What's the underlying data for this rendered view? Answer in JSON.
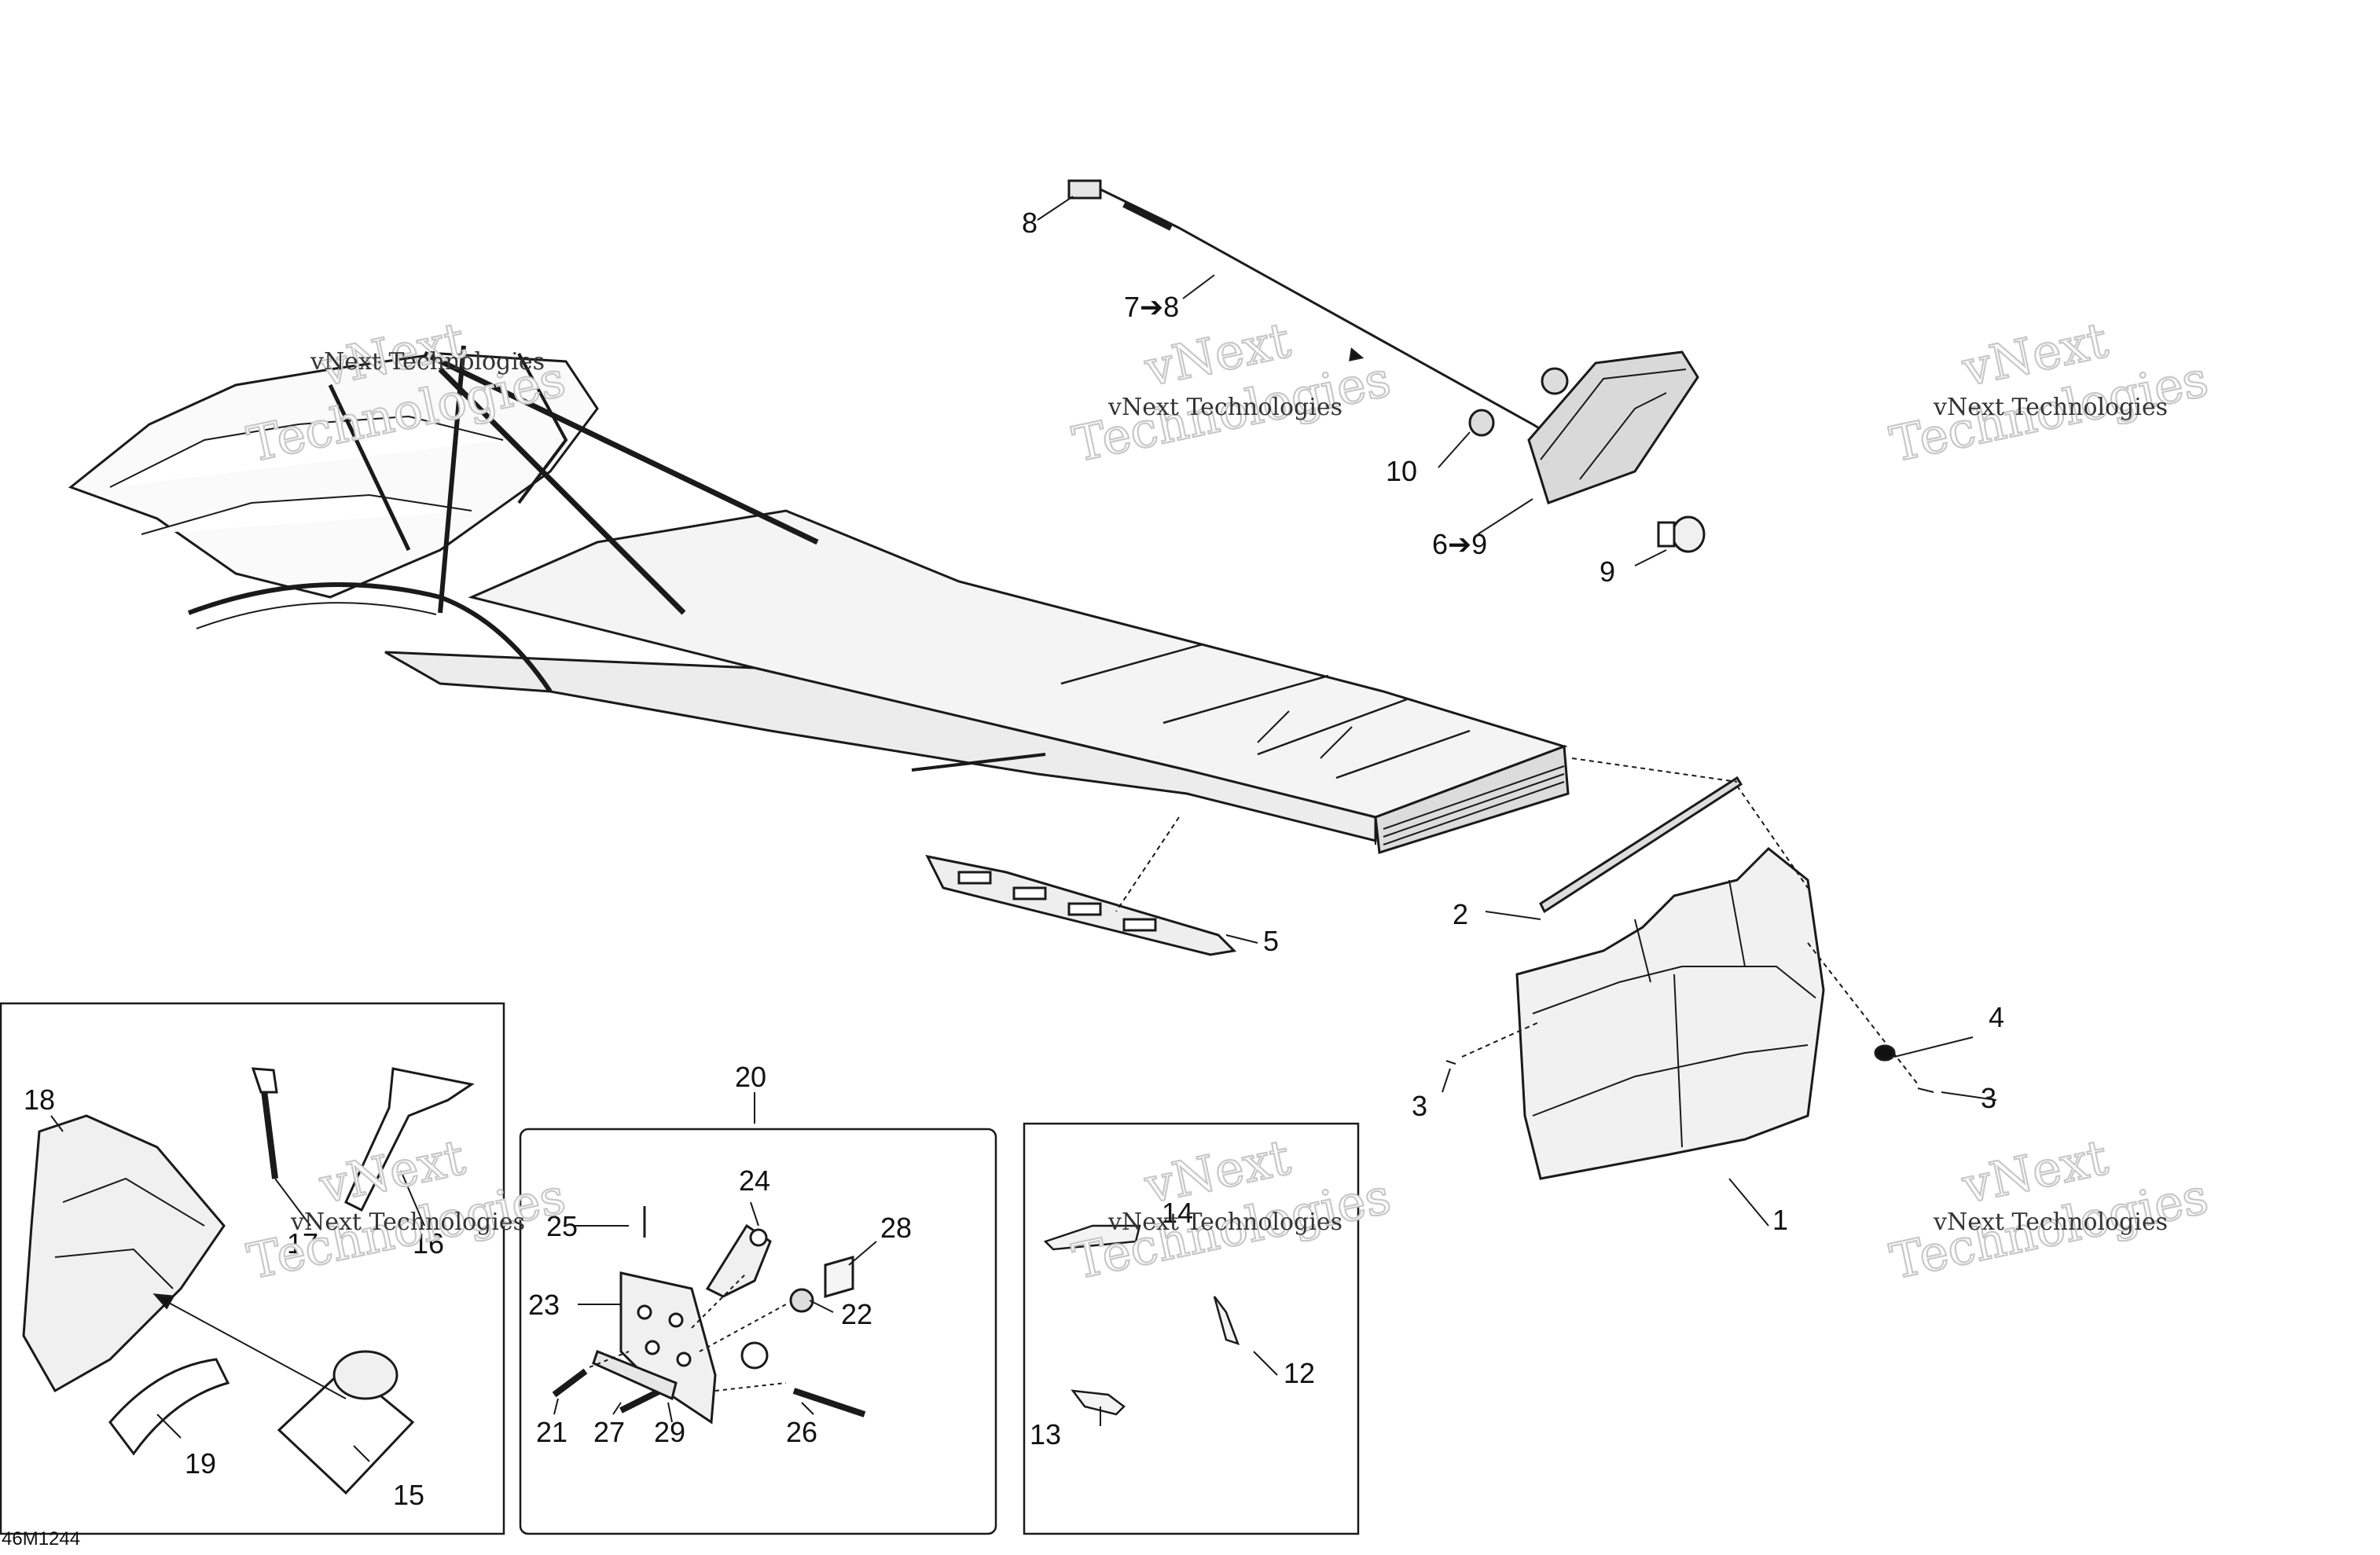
{
  "diagram": {
    "image_code": "46M1244",
    "watermark": {
      "line1": "vNext",
      "line2": "Technologies",
      "small": "vNext Technologies"
    },
    "callouts": {
      "c1": "1",
      "c2": "2",
      "c3a": "3",
      "c3b": "3",
      "c4": "4",
      "c5": "5",
      "c6": "6➔9",
      "c7": "7➔8",
      "c8": "8",
      "c9": "9",
      "c10": "10",
      "c12": "12",
      "c13": "13",
      "c14": "14",
      "c15": "15",
      "c16": "16",
      "c17": "17",
      "c18": "18",
      "c19": "19",
      "c20": "20",
      "c21": "21",
      "c22": "22",
      "c23": "23",
      "c24": "24",
      "c25": "25",
      "c26": "26",
      "c27": "27",
      "c28": "28",
      "c29": "29"
    }
  }
}
